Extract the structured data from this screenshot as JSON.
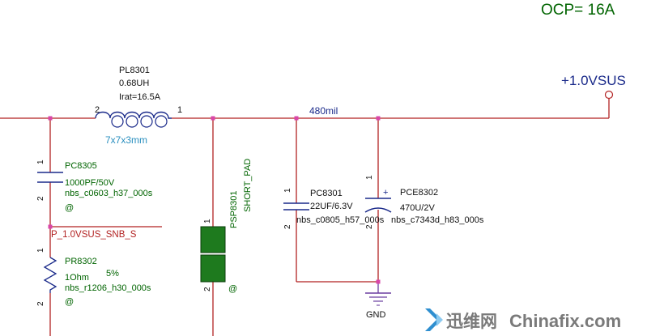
{
  "colors": {
    "wire": "#b22222",
    "node": "#d946a8",
    "ref": "#006400",
    "net": "#1a2a8a",
    "pin": "#111111",
    "package": "#2a8fbf",
    "pad_fill": "#1e7a1e",
    "gnd_wire": "#6b3fa0",
    "watermark_gray": "#7a7a7a",
    "watermark_blue": "#2f8fd0"
  },
  "header": {
    "ocp": "OCP= 16A"
  },
  "rail": {
    "label": "+1.0VSUS",
    "width_label": "480mil"
  },
  "inductor": {
    "ref": "PL8301",
    "value": "0.68UH",
    "irat": "Irat=16.5A",
    "package": "7x7x3mm",
    "pin_left": "2",
    "pin_right": "1"
  },
  "pc8305": {
    "ref": "PC8305",
    "value": "1000PF/50V",
    "footprint": "nbs_c0603_h37_000s",
    "flag": "@",
    "pin_top": "1",
    "pin_bottom": "2"
  },
  "snubber_net": {
    "label": "P_1.0VSUS_SNB_S"
  },
  "pr8302": {
    "ref": "PR8302",
    "value": "1Ohm",
    "tolerance": "5%",
    "footprint": "nbs_r1206_h30_000s",
    "flag": "@",
    "pin_top": "1",
    "pin_bottom": "2"
  },
  "psp8301": {
    "ref": "PSP8301",
    "type": "SHORT_PAD",
    "flag": "@",
    "pin_top": "1",
    "pin_bottom": "2"
  },
  "pc8301": {
    "ref": "PC8301",
    "value": "22UF/6.3V",
    "footprint": "nbs_c0805_h57_000s",
    "pin_top": "1",
    "pin_bottom": "2"
  },
  "pce8302": {
    "ref": "PCE8302",
    "value": "470U/2V",
    "footprint": "nbs_c7343d_h83_000s",
    "polarity": "+",
    "pin_top": "1",
    "pin_bottom": "2"
  },
  "ground": {
    "label": "GND"
  },
  "watermark": {
    "cn": "迅维网",
    "en": "Chinafix.com"
  }
}
